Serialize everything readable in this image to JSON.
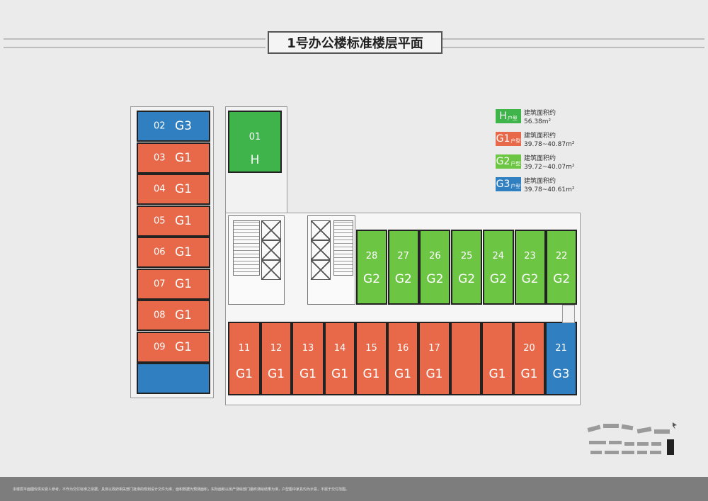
{
  "title": "1号办公楼标准楼层平面",
  "colors": {
    "H": "#3fb44a",
    "G1": "#e8694a",
    "G2": "#6cc644",
    "G3": "#2f7fc1"
  },
  "left_units": [
    {
      "num": "02",
      "type": "G3",
      "color": "#2f7fc1"
    },
    {
      "num": "03",
      "type": "G1",
      "color": "#e8694a"
    },
    {
      "num": "04",
      "type": "G1",
      "color": "#e8694a"
    },
    {
      "num": "05",
      "type": "G1",
      "color": "#e8694a"
    },
    {
      "num": "06",
      "type": "G1",
      "color": "#e8694a"
    },
    {
      "num": "07",
      "type": "G1",
      "color": "#e8694a"
    },
    {
      "num": "08",
      "type": "G1",
      "color": "#e8694a"
    },
    {
      "num": "09",
      "type": "G1",
      "color": "#e8694a"
    },
    {
      "num": "",
      "type": "",
      "color": "#2f7fc1"
    }
  ],
  "unit_h": {
    "num": "01",
    "type": "H"
  },
  "top_right_units": [
    {
      "num": "28",
      "type": "G2"
    },
    {
      "num": "27",
      "type": "G2"
    },
    {
      "num": "26",
      "type": "G2"
    },
    {
      "num": "25",
      "type": "G2"
    },
    {
      "num": "24",
      "type": "G2"
    },
    {
      "num": "23",
      "type": "G2"
    },
    {
      "num": "22",
      "type": "G2"
    }
  ],
  "bottom_units": [
    {
      "num": "11",
      "type": "G1",
      "color": "#e8694a"
    },
    {
      "num": "12",
      "type": "G1",
      "color": "#e8694a"
    },
    {
      "num": "13",
      "type": "G1",
      "color": "#e8694a"
    },
    {
      "num": "14",
      "type": "G1",
      "color": "#e8694a"
    },
    {
      "num": "15",
      "type": "G1",
      "color": "#e8694a"
    },
    {
      "num": "16",
      "type": "G1",
      "color": "#e8694a"
    },
    {
      "num": "17",
      "type": "G1",
      "color": "#e8694a"
    },
    {
      "num": "",
      "type": "",
      "color": "#e8694a"
    },
    {
      "num": "",
      "type": "G1",
      "color": "#e8694a"
    },
    {
      "num": "20",
      "type": "G1",
      "color": "#e8694a"
    },
    {
      "num": "21",
      "type": "G3",
      "color": "#2f7fc1"
    }
  ],
  "legend": [
    {
      "code": "H",
      "suffix": "户型",
      "label": "建筑面积约",
      "area": "56.38m²",
      "color": "#3fb44a"
    },
    {
      "code": "G1",
      "suffix": "户型",
      "label": "建筑面积约",
      "area": "39.78~40.87m²",
      "color": "#e8694a"
    },
    {
      "code": "G2",
      "suffix": "户型",
      "label": "建筑面积约",
      "area": "39.72~40.07m²",
      "color": "#6cc644"
    },
    {
      "code": "G3",
      "suffix": "户型",
      "label": "建筑面积约",
      "area": "39.78~40.61m²",
      "color": "#2f7fc1"
    }
  ],
  "footer_note": "本楼层平面图仅供买受人参考，不作为交付标准之依据，具体以政府相关部门批准的规划设计文件为准，面积数据为预测面积，实际面积以房产测绘部门最终测绘结果为准，户型图中家具均为示意，不属于交付范围。"
}
